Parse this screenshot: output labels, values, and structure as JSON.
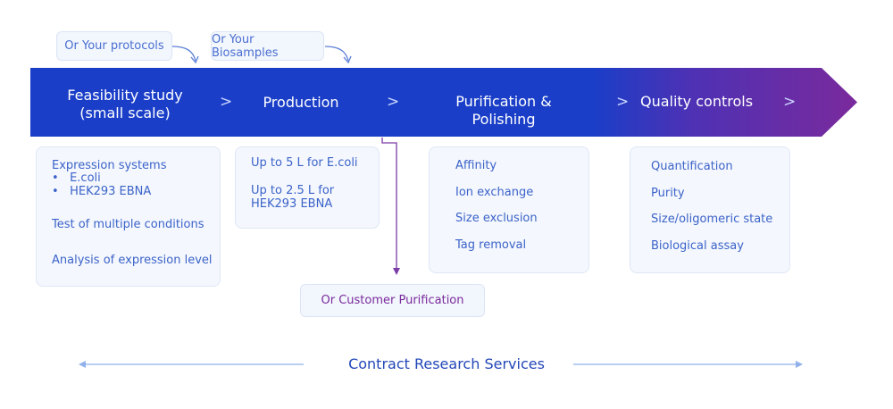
{
  "top_notes": {
    "protocols": "Or Your protocols",
    "biosamples": "Or Your Biosamples"
  },
  "stages": [
    {
      "line1": "Feasibility study",
      "line2": "(small scale)"
    },
    {
      "line1": "Production"
    },
    {
      "line1": "Purification & Polishing"
    },
    {
      "line1": "Quality controls"
    }
  ],
  "chevron_glyph": ">",
  "cards": {
    "feasibility": {
      "heading": "Expression systems",
      "bullets": [
        "E.coli",
        "HEK293 EBNA"
      ],
      "items": [
        "Test of multiple conditions",
        "Analysis of expression level"
      ]
    },
    "production": {
      "items": [
        {
          "l1": "Up to 5 L for E.coli"
        },
        {
          "l1": "Up to 2.5 L for",
          "l2": "HEK293 EBNA"
        }
      ]
    },
    "purification": {
      "items": [
        "Affinity",
        "Ion exchange",
        "Size exclusion",
        "Tag removal"
      ]
    },
    "quality": {
      "items": [
        "Quantification",
        "Purity",
        "Size/oligomeric state",
        "Biological assay"
      ]
    }
  },
  "customer_purification": "Or Customer Purification",
  "footer": "Contract Research Services",
  "colors": {
    "band_start": "#1a3ec8",
    "band_mid": "#1a3ec8",
    "band_end": "#7a2a9c",
    "connector": "#7b3ca6",
    "arrow_note": "#5b7fd6",
    "footer_arrow": "#8fb0ea"
  }
}
